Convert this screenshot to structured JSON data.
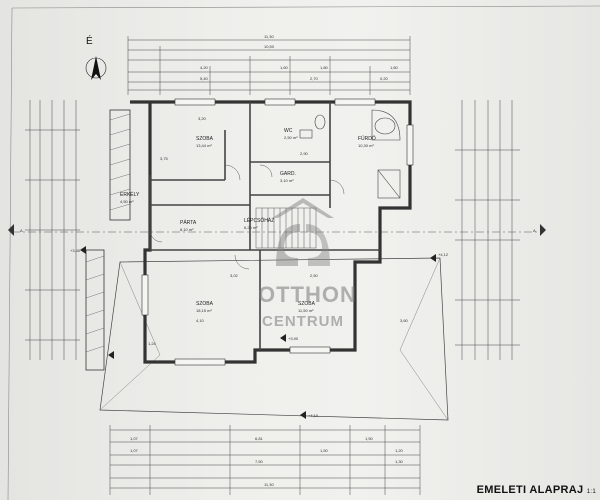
{
  "drawing": {
    "title": "EMELETI ALAPRAJ",
    "page_mark": "1:1",
    "north_label": "É",
    "section_marker_left": "A",
    "section_marker_right": "A"
  },
  "watermark": {
    "brand_top": "OTTHON",
    "brand_bottom": "CENTRUM"
  },
  "rooms": [
    {
      "name": "SZOBA",
      "area": "13,44 m²"
    },
    {
      "name": "WC",
      "area": "2,50 m²"
    },
    {
      "name": "FÜRDŐ",
      "area": "10,30 m²"
    },
    {
      "name": "GARD.",
      "area": "3,10 m²"
    },
    {
      "name": "ERKÉLY",
      "area": "4,50 m²"
    },
    {
      "name": "PÁRTA",
      "area": "8,10 m²"
    },
    {
      "name": "LÉPCSŐHÁZ",
      "area": "6,20 m²"
    },
    {
      "name": "SZOBA",
      "area": "18,15 m²"
    },
    {
      "name": "SZOBA",
      "area": "11,50 m²"
    }
  ],
  "dimensions": {
    "top_total": "11,30",
    "top_row2": "10,50",
    "top_row3": [
      "4,20",
      "1,60",
      "1,80",
      "1,60"
    ],
    "top_row4": [
      "5,40",
      "2,70",
      "0,20"
    ],
    "bottom_row1": [
      "1,07",
      "6,81",
      "1,50"
    ],
    "bottom_row2": [
      "1,07",
      "1,50",
      "1,20"
    ],
    "bottom_row3": [
      "7,50",
      "1,30"
    ],
    "bottom_total": "11,30",
    "levels": [
      "+3,40",
      "+4,12",
      "+4,10",
      "+3,90"
    ],
    "interior": [
      "3,20",
      "3,75",
      "2,90",
      "3,02",
      "2,50",
      "4,10",
      "3,60",
      "1,24"
    ]
  }
}
